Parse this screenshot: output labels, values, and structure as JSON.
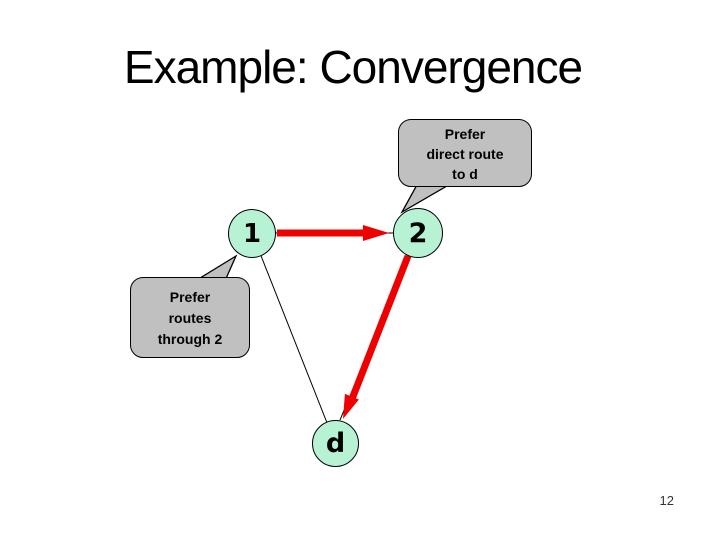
{
  "slide": {
    "title": "Example: Convergence",
    "page_number": "12",
    "colors": {
      "background": "#ffffff",
      "node_fill": "#b6f2d3",
      "node_border": "#000000",
      "callout_fill": "#c0c0c0",
      "callout_border": "#000000",
      "arrow_red": "#ee0000",
      "edge_black": "#000000"
    }
  },
  "graph": {
    "nodes": [
      {
        "id": "1",
        "label": "1"
      },
      {
        "id": "2",
        "label": "2"
      },
      {
        "id": "d",
        "label": "d"
      }
    ],
    "edges": [
      {
        "from": "1",
        "to": "2",
        "style": "red-arrow"
      },
      {
        "from": "2",
        "to": "d",
        "style": "red-arrow"
      },
      {
        "from": "1",
        "to": "d",
        "style": "thin-black-line"
      }
    ]
  },
  "callouts": [
    {
      "target": "2",
      "lines": [
        "Prefer",
        "direct route",
        "to d"
      ]
    },
    {
      "target": "1",
      "lines": [
        "Prefer",
        "routes",
        "through 2"
      ]
    }
  ]
}
